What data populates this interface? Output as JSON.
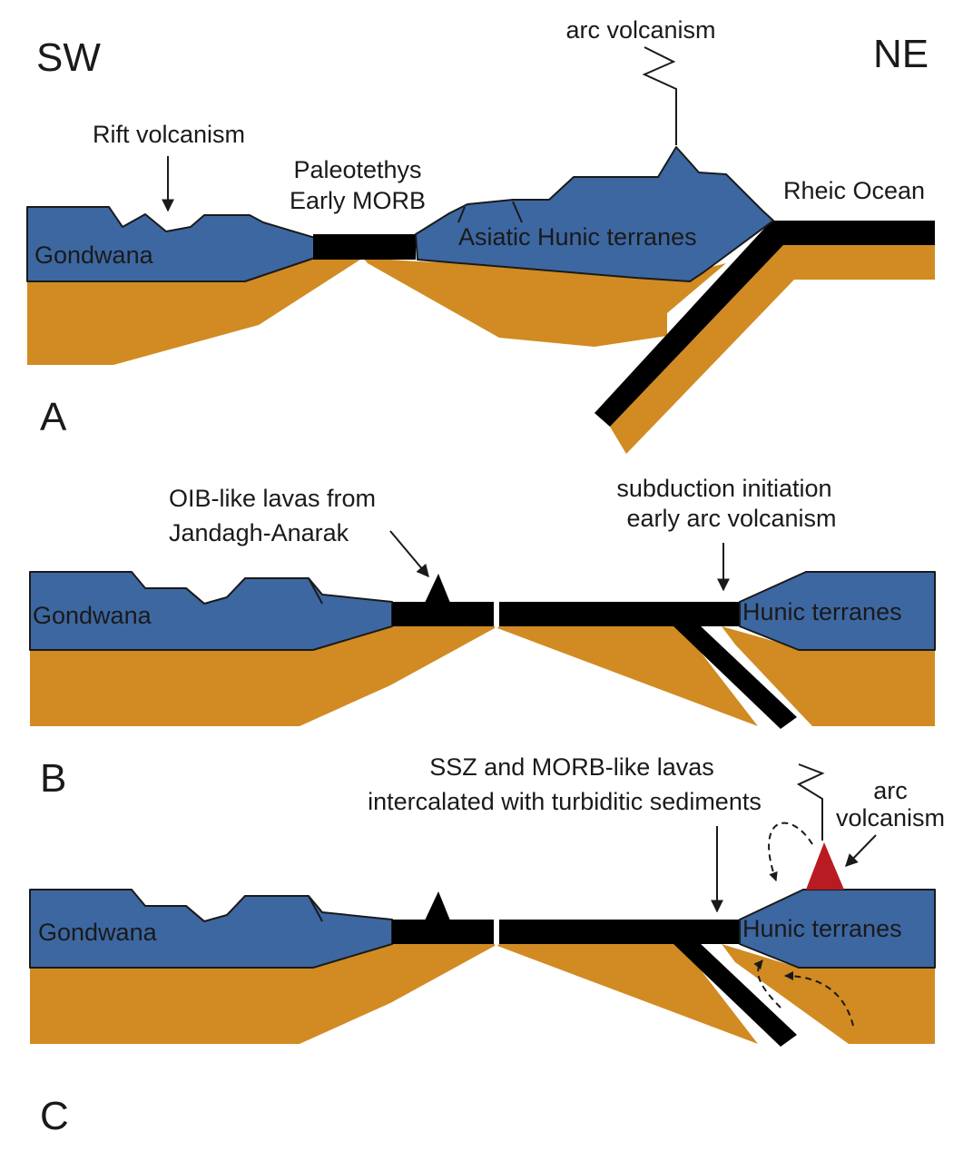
{
  "orientation": {
    "left": "SW",
    "right": "NE"
  },
  "panel_a": {
    "letter": "A",
    "arc_volcanism": "arc volcanism",
    "rift_volcanism": "Rift volcanism",
    "paleotethys_line1": "Paleotethys",
    "paleotethys_line2": "Early MORB",
    "rheic_ocean": "Rheic Ocean",
    "gondwana": "Gondwana",
    "asiatic_hunic": "Asiatic Hunic terranes"
  },
  "panel_b": {
    "letter": "B",
    "oib_line1": "OIB-like lavas from",
    "oib_line2": "Jandagh-Anarak",
    "subduction_line1": "subduction initiation",
    "subduction_line2": "early arc volcanism",
    "gondwana": "Gondwana",
    "hunic": "Hunic terranes"
  },
  "panel_c": {
    "letter": "C",
    "ssz_line1": "SSZ and MORB-like lavas",
    "ssz_line2": "intercalated with turbiditic sediments",
    "arc_line1": "arc",
    "arc_line2": "volcanism",
    "gondwana": "Gondwana",
    "hunic": "Hunic terranes"
  },
  "colors": {
    "crust": "#3d67a1",
    "mantle": "#d18b22",
    "slab": "#000000",
    "arc_volcano": "#b81c22"
  }
}
